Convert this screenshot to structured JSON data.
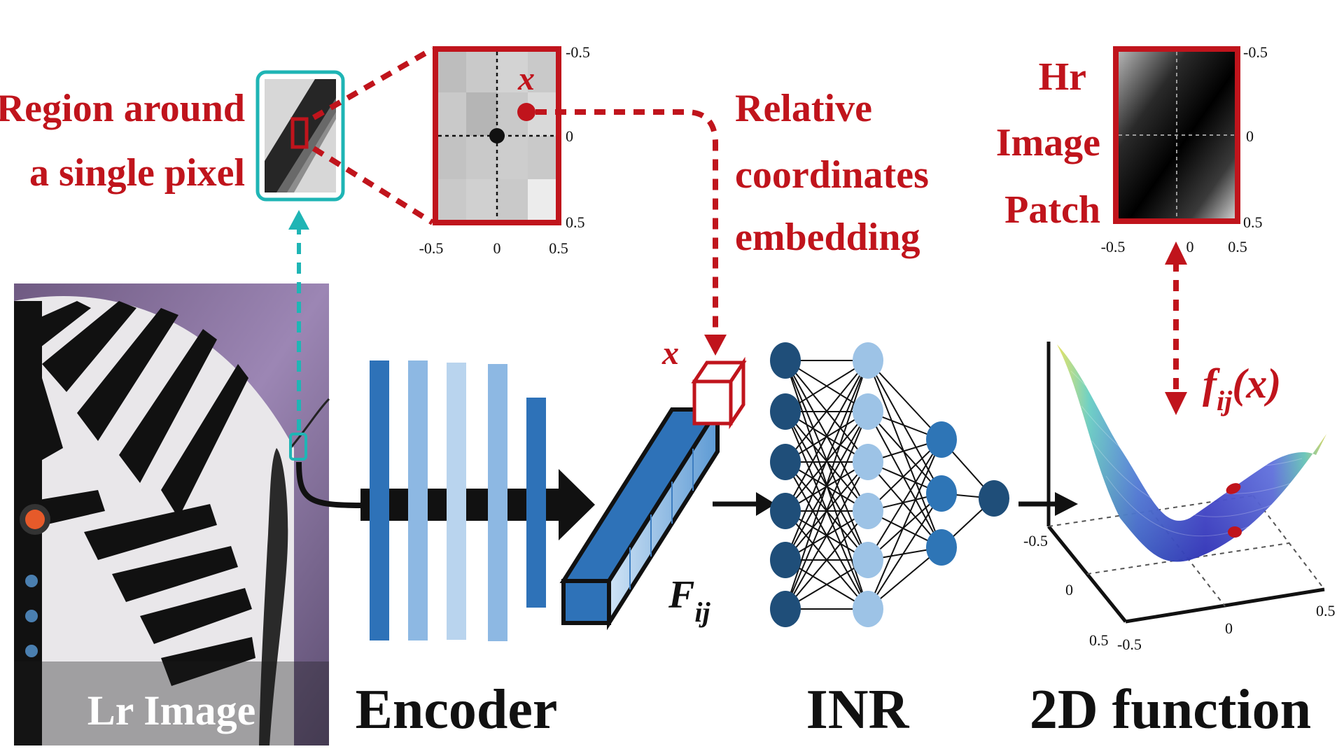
{
  "colors": {
    "accent_red": "#c0141c",
    "accent_cyan": "#1fb5b5",
    "encoder_dark": "#2e72b8",
    "encoder_light": "#a9c9e8",
    "node_dark": "#1f4e79",
    "node_mid": "#2e75b6",
    "node_light": "#9dc3e6"
  },
  "region_label": {
    "line1": "Region around",
    "line2": "a single pixel"
  },
  "zoom_patch": {
    "point_label": "x",
    "x_ticks": [
      "-0.5",
      "0",
      "0.5"
    ],
    "y_ticks": [
      "-0.5",
      "0",
      "0.5"
    ]
  },
  "relative_label": {
    "line1": "Relative",
    "line2": "coordinates",
    "line3": "embedding"
  },
  "hr_label": {
    "line1": "Hr",
    "line2": "Image",
    "line3": "Patch"
  },
  "hr_patch": {
    "x_ticks": [
      "-0.5",
      "0",
      "0.5"
    ],
    "y_ticks": [
      "-0.5",
      "0",
      "0.5"
    ]
  },
  "feature": {
    "coord_label": "x",
    "vector_label_main": "F",
    "vector_label_sub": "ij"
  },
  "function_label": {
    "main": "f",
    "sub": "ij",
    "arg": "(x)"
  },
  "surface_axes": {
    "ticks": [
      "-0.5",
      "0",
      "0.5",
      "-0.5",
      "0",
      "0.5"
    ]
  },
  "stage_labels": {
    "lr": "Lr Image",
    "encoder": "Encoder",
    "inr": "INR",
    "function": "2D function"
  }
}
